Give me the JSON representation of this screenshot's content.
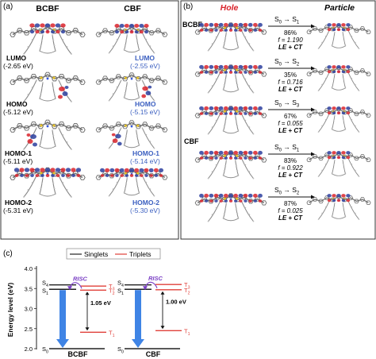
{
  "panel_a": {
    "label": "(a)",
    "col_headers": [
      "BCBF",
      "CBF"
    ],
    "rows": [
      {
        "name": "LUMO",
        "bcbf_energy": "(-2.65 eV)",
        "cbf_energy": "(-2.55 eV)"
      },
      {
        "name": "HOMO",
        "bcbf_energy": "(-5.12 eV)",
        "cbf_energy": "(-5.15 eV)"
      },
      {
        "name": "HOMO-1",
        "bcbf_energy": "(-5.11 eV)",
        "cbf_energy": "(-5.14 eV)"
      },
      {
        "name": "HOMO-2",
        "bcbf_energy": "(-5.31 eV)",
        "cbf_energy": "(-5.30 eV)"
      }
    ],
    "colors": {
      "cbf_label": "#3b5fc0",
      "lobe_red": "#d9232b",
      "lobe_blue": "#2c3e9e"
    }
  },
  "panel_b": {
    "label": "(b)",
    "hole": "Hole",
    "particle": "Particle",
    "hole_color": "#d9232b",
    "groups": [
      {
        "name": "BCBF",
        "rows": 3
      },
      {
        "name": "CBF",
        "rows": 2
      }
    ],
    "transitions": [
      {
        "from": "S",
        "from_sub": "0",
        "to": "S",
        "to_sub": "1",
        "pct": "86%",
        "f": "f = 1.190",
        "type": "LE + CT"
      },
      {
        "from": "S",
        "from_sub": "0",
        "to": "S",
        "to_sub": "2",
        "pct": "35%",
        "f": "f = 0.716",
        "type": "LE + CT"
      },
      {
        "from": "S",
        "from_sub": "0",
        "to": "S",
        "to_sub": "3",
        "pct": "67%",
        "f": "f = 0.055",
        "type": "LE + CT"
      },
      {
        "from": "S",
        "from_sub": "0",
        "to": "S",
        "to_sub": "1",
        "pct": "83%",
        "f": "f = 0.922",
        "type": "LE + CT"
      },
      {
        "from": "S",
        "from_sub": "0",
        "to": "S",
        "to_sub": "2",
        "pct": "87%",
        "f": "f = 0.025",
        "type": "LE + CT"
      }
    ]
  },
  "panel_c": {
    "label": "(c)",
    "legend": [
      {
        "name": "Singlets",
        "color": "#222222"
      },
      {
        "name": "Triplets",
        "color": "#e0403a"
      }
    ],
    "y_axis_label": "Energy level (eV)",
    "ylim": [
      2.0,
      4.0
    ],
    "ticks": [
      "2.0",
      "2.5",
      "3.0",
      "3.5",
      "4.0"
    ],
    "risc_label": "RISC",
    "risc_color": "#7a3fc4",
    "arrow_color": "#3f84e5",
    "triplet_color": "#e0403a",
    "molecules": [
      {
        "name": "BCBF",
        "singlets": [
          {
            "name": "S",
            "sub": "4",
            "energy": 3.59
          },
          {
            "name": "S",
            "sub": "1",
            "energy": 3.48
          },
          {
            "name": "S",
            "sub": "0",
            "energy": 2.0
          }
        ],
        "triplets": [
          {
            "name": "T",
            "sub": "3",
            "energy": 3.56
          },
          {
            "name": "T",
            "sub": "2",
            "energy": 3.46
          },
          {
            "name": "T",
            "sub": "1",
            "energy": 2.41
          }
        ],
        "gap": "1.05 eV"
      },
      {
        "name": "CBF",
        "singlets": [
          {
            "name": "S",
            "sub": "4",
            "energy": 3.59
          },
          {
            "name": "S",
            "sub": "1",
            "energy": 3.48
          },
          {
            "name": "S",
            "sub": "0",
            "energy": 2.0
          }
        ],
        "triplets": [
          {
            "name": "T",
            "sub": "3",
            "energy": 3.6
          },
          {
            "name": "T",
            "sub": "2",
            "energy": 3.47
          },
          {
            "name": "T",
            "sub": "1",
            "energy": 2.45
          }
        ],
        "gap": "1.00 eV"
      }
    ]
  }
}
